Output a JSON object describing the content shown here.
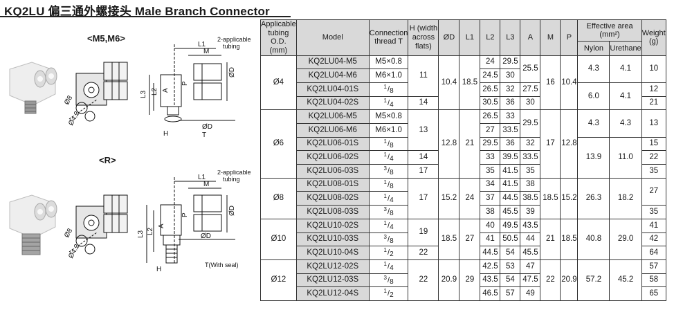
{
  "title": "KQ2LU  偏三通外螺接头 Male Branch Connector",
  "diagrams": {
    "m5m6": {
      "label": "<M5,M6>",
      "two_applicable_tubing": "2-applicable tubing",
      "dims": {
        "L1": "L1",
        "M": "M",
        "P": "P",
        "A": "A",
        "L2": "L2",
        "L3": "L3",
        "OD": "ØD",
        "H": "H",
        "T": "T",
        "d8": "Ø8",
        "d42": "Ø4.2"
      }
    },
    "r": {
      "label": "<R>",
      "two_applicable_tubing": "2-applicable tubing",
      "t_with_seal": "T(With seal)",
      "dims": {
        "L1": "L1",
        "M": "M",
        "P": "P",
        "A": "A",
        "L2": "L2",
        "L3": "L3",
        "OD": "ØD",
        "H": "H",
        "d8": "Ø8",
        "d42": "Ø4.2"
      }
    }
  },
  "table": {
    "headers": {
      "tubing": "Applicable tubing O.D. (mm)",
      "model": "Model",
      "thread": "Connection thread T",
      "h": "H (width across flats)",
      "od": "ØD",
      "l1": "L1",
      "l2": "L2",
      "l3": "L3",
      "a": "A",
      "m": "M",
      "p": "P",
      "area": "Effective area (mm²)",
      "nylon": "Nylon",
      "urethane": "Urethane",
      "weight": "Weight (g)"
    },
    "groups": [
      {
        "tubing": "Ø4",
        "od": "10.4",
        "l1": "18.5",
        "m": "16",
        "p": "10.4"
      },
      {
        "tubing": "Ø6",
        "od": "12.8",
        "l1": "21",
        "m": "17",
        "p": "12.8"
      },
      {
        "tubing": "Ø8",
        "od": "15.2",
        "l1": "24",
        "m": "18.5",
        "p": "15.2"
      },
      {
        "tubing": "Ø10",
        "od": "18.5",
        "l1": "27",
        "m": "21",
        "p": "18.5"
      },
      {
        "tubing": "Ø12",
        "od": "20.9",
        "l1": "29",
        "m": "22",
        "p": "20.9"
      }
    ],
    "rows": [
      {
        "model": "KQ2LU04-M5",
        "t": "M5×0.8",
        "l2": "24",
        "l3": "29.5"
      },
      {
        "model": "KQ2LU04-M6",
        "t": "M6×1.0",
        "l2": "24.5",
        "l3": "30"
      },
      {
        "model": "KQ2LU04-01S",
        "t_n": "1",
        "t_d": "8",
        "l2": "26.5",
        "l3": "32",
        "a": "27.5"
      },
      {
        "model": "KQ2LU04-02S",
        "t_n": "1",
        "t_d": "4",
        "h": "14",
        "l2": "30.5",
        "l3": "36",
        "a": "30"
      },
      {
        "model": "KQ2LU06-M5",
        "t": "M5×0.8",
        "l2": "26.5",
        "l3": "33"
      },
      {
        "model": "KQ2LU06-M6",
        "t": "M6×1.0",
        "l2": "27",
        "l3": "33.5"
      },
      {
        "model": "KQ2LU06-01S",
        "t_n": "1",
        "t_d": "8",
        "l2": "29.5",
        "l3": "36",
        "a": "32"
      },
      {
        "model": "KQ2LU06-02S",
        "t_n": "1",
        "t_d": "4",
        "h": "14",
        "l2": "33",
        "l3": "39.5",
        "a": "33.5"
      },
      {
        "model": "KQ2LU06-03S",
        "t_n": "3",
        "t_d": "8",
        "h": "17",
        "l2": "35",
        "l3": "41.5",
        "a": "35"
      },
      {
        "model": "KQ2LU08-01S",
        "t_n": "1",
        "t_d": "8",
        "l2": "34",
        "l3": "41.5",
        "a": "38"
      },
      {
        "model": "KQ2LU08-02S",
        "t_n": "1",
        "t_d": "4",
        "l2": "37",
        "l3": "44.5",
        "a": "38.5"
      },
      {
        "model": "KQ2LU08-03S",
        "t_n": "3",
        "t_d": "8",
        "l2": "38",
        "l3": "45.5",
        "a": "39"
      },
      {
        "model": "KQ2LU10-02S",
        "t_n": "1",
        "t_d": "4",
        "l2": "40",
        "l3": "49.5",
        "a": "43.5"
      },
      {
        "model": "KQ2LU10-03S",
        "t_n": "3",
        "t_d": "8",
        "l2": "41",
        "l3": "50.5",
        "a": "44"
      },
      {
        "model": "KQ2LU10-04S",
        "t_n": "1",
        "t_d": "2",
        "h": "22",
        "l2": "44.5",
        "l3": "54",
        "a": "45.5"
      },
      {
        "model": "KQ2LU12-02S",
        "t_n": "1",
        "t_d": "4",
        "l2": "42.5",
        "l3": "53",
        "a": "47"
      },
      {
        "model": "KQ2LU12-03S",
        "t_n": "3",
        "t_d": "8",
        "l2": "43.5",
        "l3": "54",
        "a": "47.5"
      },
      {
        "model": "KQ2LU12-04S",
        "t_n": "1",
        "t_d": "2",
        "l2": "46.5",
        "l3": "57",
        "a": "49"
      }
    ],
    "merged": {
      "h_04_m": "11",
      "a_04_m": "25.5",
      "ny_04_m": "4.3",
      "ur_04_m": "4.1",
      "w_04_m": "10",
      "ny_04_s": "6.0",
      "ur_04_s": "4.1",
      "w_04_01s": "12",
      "w_04_02s": "21",
      "h_06_m": "13",
      "a_06_m": "29.5",
      "ny_06_m": "4.3",
      "ur_06_m": "4.3",
      "w_06_m": "13",
      "ny_06_s": "13.9",
      "ur_06_s": "11.0",
      "w_06_01s": "15",
      "w_06_02s": "22",
      "w_06_03s": "35",
      "h_08": "17",
      "ny_08": "26.3",
      "ur_08": "18.2",
      "w_08_a": "27",
      "w_08_03s": "35",
      "h_10": "19",
      "ny_10": "40.8",
      "ur_10": "29.0",
      "w_10_02s": "41",
      "w_10_03s": "42",
      "w_10_04s": "64",
      "h_12": "22",
      "ny_12": "57.2",
      "ur_12": "45.2",
      "w_12_02s": "57",
      "w_12_03s": "58",
      "w_12_04s": "65"
    }
  },
  "colors": {
    "header_fill": "#d9d9d9",
    "line": "#333333",
    "fitting_body": "#e6e6e6"
  }
}
